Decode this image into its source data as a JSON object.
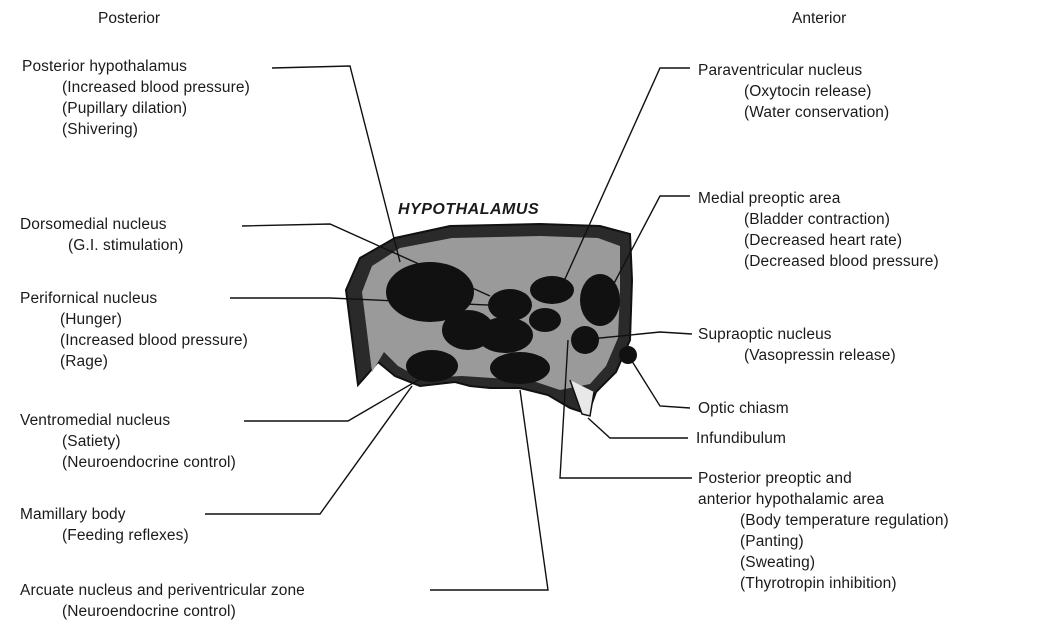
{
  "header": {
    "posterior": "Posterior",
    "anterior": "Anterior"
  },
  "title": "HYPOTHALAMUS",
  "labels": {
    "posterior_hypothalamus": {
      "name": "Posterior hypothalamus",
      "functions": [
        "(Increased blood pressure)",
        "(Pupillary dilation)",
        "(Shivering)"
      ]
    },
    "dorsomedial_nucleus": {
      "name": "Dorsomedial nucleus",
      "functions": [
        "(G.I. stimulation)"
      ]
    },
    "perifornical_nucleus": {
      "name": "Perifornical nucleus",
      "functions": [
        "(Hunger)",
        "(Increased blood pressure)",
        "(Rage)"
      ]
    },
    "ventromedial_nucleus": {
      "name": "Ventromedial nucleus",
      "functions": [
        "(Satiety)",
        "(Neuroendocrine control)"
      ]
    },
    "mamillary_body": {
      "name": "Mamillary body",
      "functions": [
        "(Feeding reflexes)"
      ]
    },
    "arcuate_nucleus": {
      "name": "Arcuate nucleus and periventricular zone",
      "functions": [
        "(Neuroendocrine control)"
      ]
    },
    "paraventricular_nucleus": {
      "name": "Paraventricular nucleus",
      "functions": [
        "(Oxytocin release)",
        "(Water conservation)"
      ]
    },
    "medial_preoptic_area": {
      "name": "Medial preoptic area",
      "functions": [
        "(Bladder contraction)",
        "(Decreased heart rate)",
        "(Decreased blood pressure)"
      ]
    },
    "supraoptic_nucleus": {
      "name": "Supraoptic nucleus",
      "functions": [
        "(Vasopressin release)"
      ]
    },
    "optic_chiasm": {
      "name": "Optic chiasm",
      "functions": []
    },
    "infundibulum": {
      "name": "Infundibulum",
      "functions": []
    },
    "posterior_preoptic": {
      "name": "Posterior preoptic and",
      "name2": "anterior hypothalamic area",
      "functions": [
        "(Body temperature regulation)",
        "(Panting)",
        "(Sweating)",
        "(Thyrotropin inhibition)"
      ]
    }
  }
}
